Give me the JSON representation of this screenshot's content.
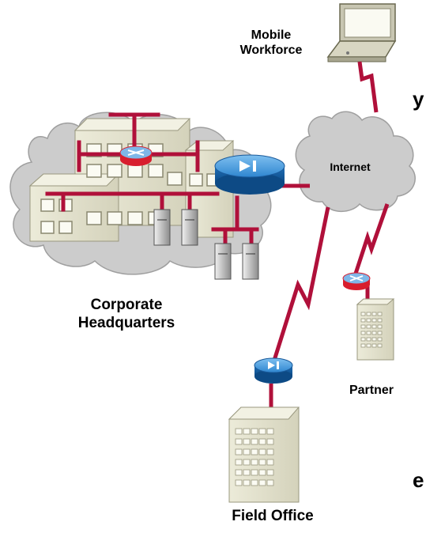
{
  "labels": {
    "mobile_workforce_1": "Mobile",
    "mobile_workforce_2": "Workforce",
    "internet": "Internet",
    "corporate_1": "Corporate",
    "corporate_2": "Headquarters",
    "partner": "Partner",
    "field_office": "Field Office",
    "clipped_top": "y",
    "clipped_bottom": "e"
  },
  "colors": {
    "link": "#b0103a",
    "cloud": "#c9c9c9",
    "cloud_stroke": "#9a9a9a",
    "building": "#e4e2cc",
    "building_shade": "#c8c6ae",
    "device_blue": "#2a7ac8",
    "router_red": "#d81e2e"
  },
  "icons": [
    "laptop-icon",
    "cloud-icon",
    "building-icon",
    "router-icon",
    "vpn-concentrator-icon",
    "server-icon",
    "pix-firewall-icon"
  ]
}
